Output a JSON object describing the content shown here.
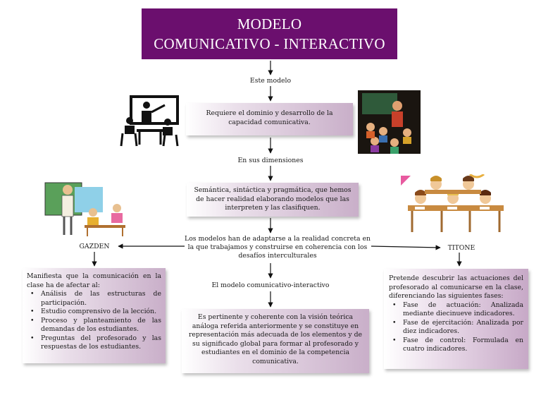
{
  "title": {
    "line1": "MODELO",
    "line2": "COMUNICATIVO - INTERACTIVO"
  },
  "nodes": {
    "este_modelo": "Este modelo",
    "requiere": "Requiere el dominio y desarrollo de la capacidad comunicativa.",
    "en_sus_dimensiones": "En sus dimensiones",
    "semantica": "Semántica, sintáctica y pragmática, que hemos de hacer realidad elaborando modelos que las interpreten y las clasifiquen.",
    "adaptarse_l1": "Los modelos han de adaptarse a la realidad concreta en",
    "adaptarse_l2": "la que trabajamos y construirse en coherencia con los",
    "adaptarse_l3": "desafíos interculturales",
    "gazden": "GAZDEN",
    "titone": "TITONE",
    "modelo_com_int": "El modelo comunicativo-interactivo",
    "pertinente": "Es pertinente y coherente con la visión teórica análoga referida anteriormente y se constituye en representación más adecuada de los elementos y de su significado global para formar al profesorado y estudiantes en el dominio de la competencia comunicativa."
  },
  "gazden_box": {
    "intro": "Manifiesta que la comunicación en la clase ha de afectar al:",
    "items": [
      "Análisis de las estructuras de participación.",
      "Estudio comprensivo de la lección.",
      "Proceso y planteamiento de las demandas de los estudiantes.",
      "Preguntas del profesorado y las respuestas de los estudiantes."
    ]
  },
  "titone_box": {
    "intro": "Pretende descubrir las actuaciones del profesorado al comunicarse en la clase, diferenciando las siguientes fases:",
    "items": [
      "Fase de actuación: Analizada mediante diecinueve indicadores.",
      "Fase de ejercitación: Analizada por diez indicadores.",
      "Fase de control: Formulada en cuatro indicadores."
    ]
  },
  "icons": {
    "teacher_pictogram": "teacher-pictogram-icon",
    "classroom_photo": "classroom-illustration",
    "lab_illustration": "science-lab-illustration",
    "students_illustration": "students-desks-illustration"
  },
  "colors": {
    "title_bg": "#6b0f6e",
    "box_tint": "#c9afc9"
  }
}
